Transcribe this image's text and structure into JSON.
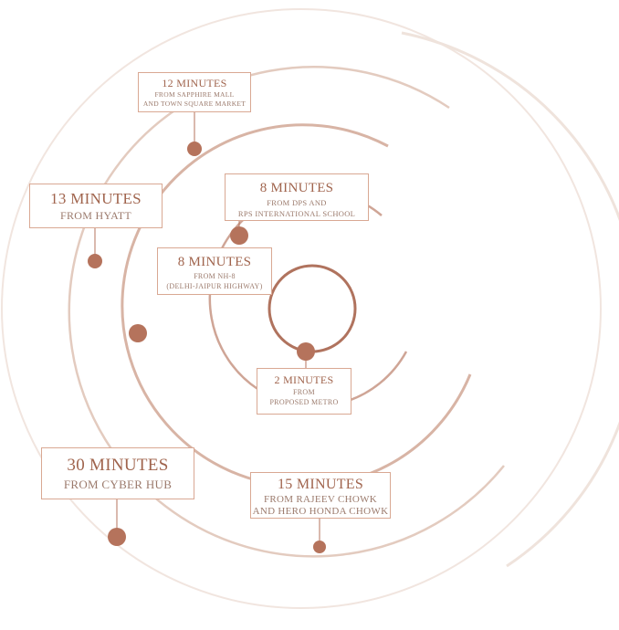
{
  "colors": {
    "accent": "#b5735c",
    "label_border": "#d9a893",
    "ring_inner": "#b0735e",
    "ring_light": "#e9d5cc",
    "ring_faint": "#f1e5df"
  },
  "labels": [
    {
      "title": "12 MINUTES",
      "subtitle_1": "FROM SAPPHIRE MALL",
      "subtitle_2": "AND TOWN SQUARE MARKET"
    },
    {
      "title": "13 MINUTES",
      "subtitle_1": "FROM HYATT"
    },
    {
      "title": "8 MINUTES",
      "subtitle_1": "FROM DPS AND",
      "subtitle_2": "RPS INTERNATIONAL SCHOOL"
    },
    {
      "title": "8 MINUTES",
      "subtitle_1": "FROM NH-8",
      "subtitle_2": "(DELHI-JAIPUR HIGHWAY)"
    },
    {
      "title": "2 MINUTES",
      "subtitle_1": "FROM",
      "subtitle_2": "PROPOSED METRO"
    },
    {
      "title": "30 MINUTES",
      "subtitle_1": "FROM CYBER HUB"
    },
    {
      "title": "15 MINUTES",
      "subtitle_1": "FROM RAJEEV CHOWK",
      "subtitle_2": "AND HERO HONDA CHOWK"
    }
  ]
}
